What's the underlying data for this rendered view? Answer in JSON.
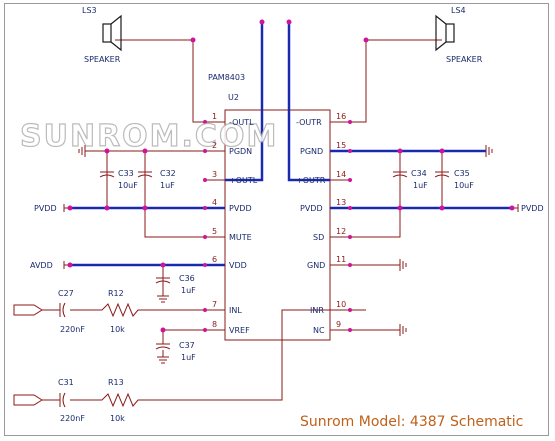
{
  "speakers": {
    "left": {
      "ref": "LS3",
      "label": "SPEAKER"
    },
    "right": {
      "ref": "LS4",
      "label": "SPEAKER"
    }
  },
  "ic": {
    "part": "PAM8403",
    "ref": "U2",
    "pins_left": [
      {
        "num": "1",
        "name": "-OUTL"
      },
      {
        "num": "2",
        "name": "PGDN"
      },
      {
        "num": "3",
        "name": "+OUTL"
      },
      {
        "num": "4",
        "name": "PVDD"
      },
      {
        "num": "5",
        "name": "MUTE"
      },
      {
        "num": "6",
        "name": "VDD"
      },
      {
        "num": "7",
        "name": "INL"
      },
      {
        "num": "8",
        "name": "VREF"
      }
    ],
    "pins_right": [
      {
        "num": "16",
        "name": "-OUTR"
      },
      {
        "num": "15",
        "name": "PGND"
      },
      {
        "num": "14",
        "name": "+OUTR"
      },
      {
        "num": "13",
        "name": "PVDD"
      },
      {
        "num": "12",
        "name": "SD"
      },
      {
        "num": "11",
        "name": "GND"
      },
      {
        "num": "10",
        "name": "INR"
      },
      {
        "num": "9",
        "name": "NC"
      }
    ]
  },
  "components": {
    "c33": {
      "ref": "C33",
      "value": "10uF"
    },
    "c32": {
      "ref": "C32",
      "value": "1uF"
    },
    "c34": {
      "ref": "C34",
      "value": "1uF"
    },
    "c35": {
      "ref": "C35",
      "value": "10uF"
    },
    "c36": {
      "ref": "C36",
      "value": "1uF"
    },
    "c37": {
      "ref": "C37",
      "value": "1uF"
    },
    "c27": {
      "ref": "C27",
      "value": "220nF"
    },
    "c31": {
      "ref": "C31",
      "value": "220nF"
    },
    "r12": {
      "ref": "R12",
      "value": "10k"
    },
    "r13": {
      "ref": "R13",
      "value": "10k"
    }
  },
  "nets": {
    "pvdd_left": "PVDD",
    "pvdd_right": "PVDD",
    "avdd": "AVDD"
  },
  "watermark": "SUNROM.COM",
  "caption": "Sunrom Model: 4387 Schematic",
  "colors": {
    "wire": "#8b1a1a",
    "bus": "#1a2ab0",
    "node": "#d0149a",
    "text": "#1a2a6c",
    "caption": "#c0601a"
  }
}
